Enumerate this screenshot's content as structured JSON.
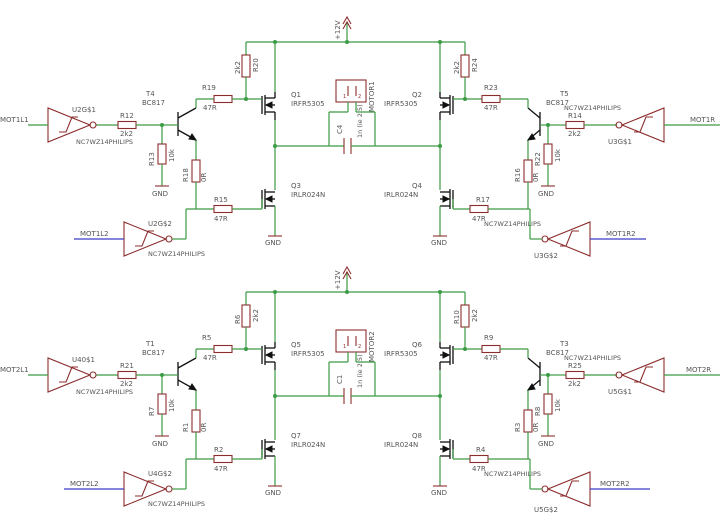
{
  "half1": {
    "supply": "+12V",
    "motor": "MOTOR1",
    "cap": "C4",
    "cap_val": "1n (ie 2.5)",
    "Rtop_l": "2k2",
    "Rtop_l_n": "R20",
    "Rtop_r": "2k2",
    "Rtop_r_n": "R24",
    "Q_tl": "Q1",
    "Q_tl_v": "IRFR5305",
    "Q_tr": "Q2",
    "Q_tr_v": "IRFR5305",
    "Q_bl": "Q3",
    "Q_bl_v": "IRLR024N",
    "Q_br": "Q4",
    "Q_br_v": "IRLR024N",
    "R_g_tl": "R19",
    "R_g_tl_v": "47R",
    "R_g_tr": "R23",
    "R_g_tr_v": "47R",
    "R_g_bl": "R15",
    "R_g_bl_v": "47R",
    "R_g_br": "R17",
    "R_g_br_v": "47R",
    "T_l": "T4",
    "T_l_v": "BC817",
    "T_r": "T5",
    "T_r_v": "BC817",
    "R_b_l": "R12",
    "R_b_l_v": "2k2",
    "R_b_r": "R14",
    "R_b_r_v": "2k2",
    "R_pd_l": "R13",
    "R_pd_l_v": "10k",
    "R_pd_r": "R22",
    "R_pd_r_v": "10k",
    "R_e_l": "R18",
    "R_e_l_v": "0R",
    "R_e_r": "R16",
    "R_e_r_v": "0R",
    "U_tl": "U2G$1",
    "U_bl": "U2G$2",
    "U_tr": "U3G$1",
    "U_br": "U3G$2",
    "U_val": "NC7WZ14PHILIPS",
    "net_tl": "MOT1L1",
    "net_bl": "MOT1L2",
    "net_tr": "MOT1R",
    "net_br": "MOT1R2",
    "gnd": "GND"
  },
  "half2": {
    "supply": "+12V",
    "motor": "MOTOR2",
    "cap": "C1",
    "cap_val": "1n (ie 2.5)",
    "Rtop_l": "2k2",
    "Rtop_l_n": "R6",
    "Rtop_r": "2k2",
    "Rtop_r_n": "R10",
    "Q_tl": "Q5",
    "Q_tl_v": "IRFR5305",
    "Q_tr": "Q6",
    "Q_tr_v": "IRFR5305",
    "Q_bl": "Q7",
    "Q_bl_v": "IRLR024N",
    "Q_br": "Q8",
    "Q_br_v": "IRLR024N",
    "R_g_tl": "R5",
    "R_g_tl_v": "47R",
    "R_g_tr": "R9",
    "R_g_tr_v": "47R",
    "R_g_bl": "R2",
    "R_g_bl_v": "47R",
    "R_g_br": "R4",
    "R_g_br_v": "47R",
    "T_l": "T1",
    "T_l_v": "BC817",
    "T_r": "T3",
    "T_r_v": "BC817",
    "R_b_l": "R21",
    "R_b_l_v": "2k2",
    "R_b_r": "R25",
    "R_b_r_v": "2k2",
    "R_pd_l": "R7",
    "R_pd_l_v": "10k",
    "R_pd_r": "R8",
    "R_pd_r_v": "10k",
    "R_e_l": "R1",
    "R_e_l_v": "0R",
    "R_e_r": "R3",
    "R_e_r_v": "0R",
    "U_tl": "U40$1",
    "U_bl": "U4G$2",
    "U_tr": "U5G$1",
    "U_br": "U5G$2",
    "U_val": "NC7WZ14PHILIPS",
    "net_tl": "MOT2L1",
    "net_bl": "MOT2L2",
    "net_tr": "MOT2R",
    "net_br": "MOT2R2",
    "gnd": "GND"
  }
}
